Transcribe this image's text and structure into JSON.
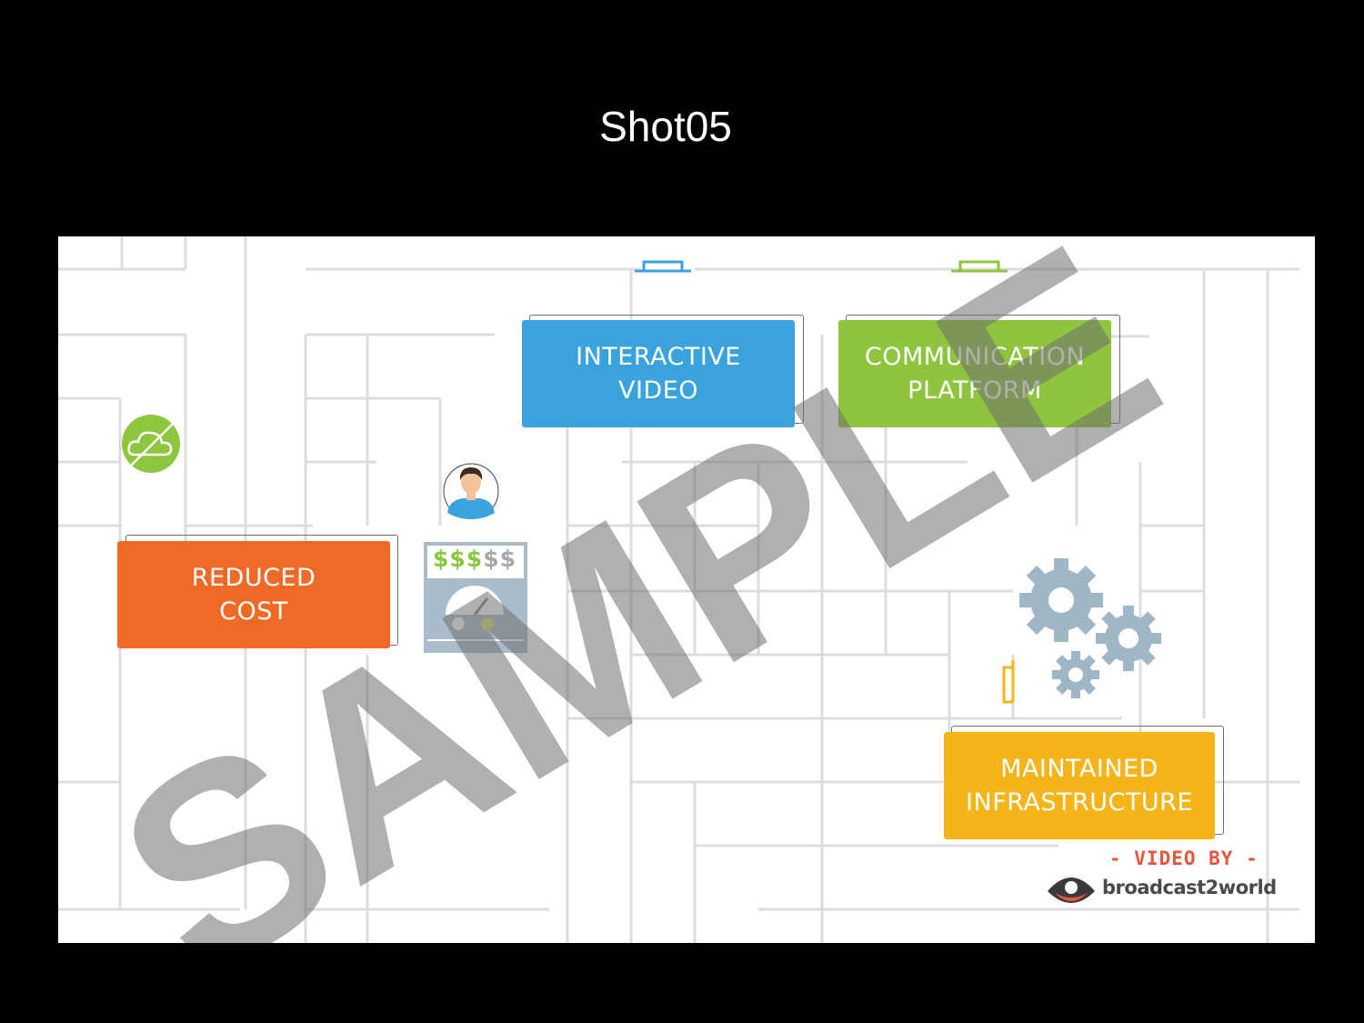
{
  "page_title": "Shot05",
  "boxes": {
    "interactive_video": {
      "line1": "INTERACTIVE",
      "line2": "VIDEO",
      "color": "#3aa2dc"
    },
    "communication_platform": {
      "line1": "COMMUNICATION",
      "line2": "PLATFORM",
      "color": "#8fc43f"
    },
    "reduced_cost": {
      "line1": "REDUCED",
      "line2": "COST",
      "color": "#ee6a26"
    },
    "maintained_infrastructure": {
      "line1": "MAINTAINED",
      "line2": "INFRASTRUCTURE",
      "color": "#f4b41a"
    }
  },
  "meter": {
    "symbols_active": "$$$",
    "symbols_inactive": "$$"
  },
  "watermark": "SAMPLE",
  "credit": {
    "label": "- VIDEO BY -",
    "brand": "broadcast2world"
  },
  "icons": [
    "no-cloud-icon",
    "user-avatar-icon",
    "cost-meter-icon",
    "gears-icon"
  ]
}
